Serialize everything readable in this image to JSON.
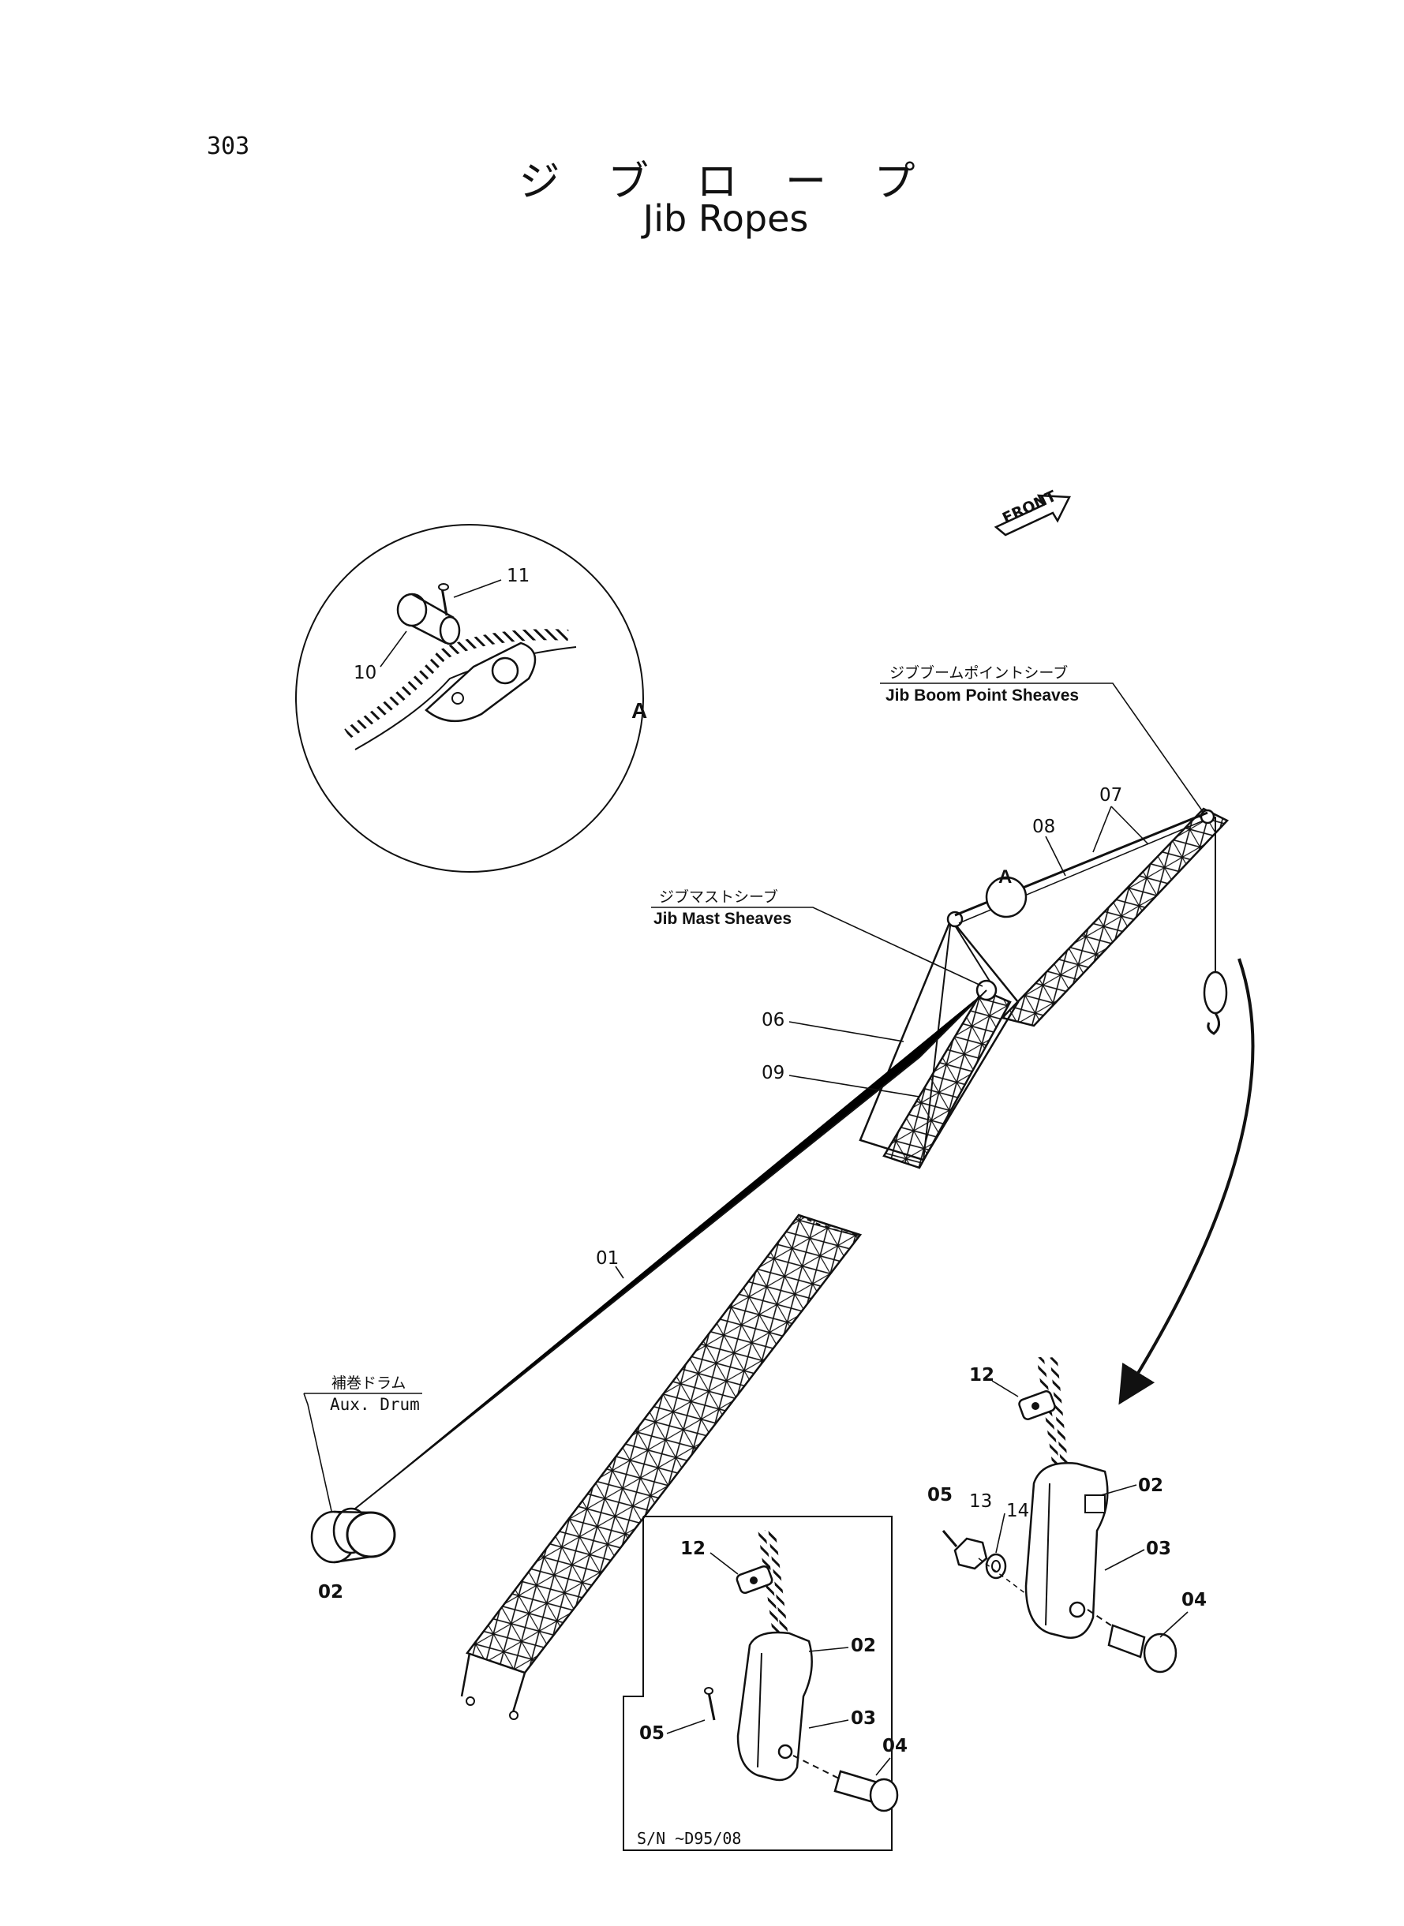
{
  "page_number": "303",
  "title_jp": "ジ ブ ロ ー プ",
  "title_en": "Jib Ropes",
  "front_label": "FRONT",
  "detail_a_label": "A",
  "labels": {
    "jib_boom_point_sheaves_jp": "ジブブームポイントシーブ",
    "jib_boom_point_sheaves_en": "Jib Boom Point Sheaves",
    "jib_mast_sheaves_jp": "ジブマストシーブ",
    "jib_mast_sheaves_en": "Jib Mast Sheaves",
    "aux_drum_jp": "補巻ドラム",
    "aux_drum_en": "Aux. Drum"
  },
  "callouts": {
    "p01": "01",
    "p02_drum": "02",
    "p06": "06",
    "p07": "07",
    "p08": "08",
    "p09": "09",
    "p10": "10",
    "p11": "11",
    "p12_right": "12",
    "p02_right": "02",
    "p03_right": "03",
    "p04_right": "04",
    "p05_right": "05",
    "p13": "13",
    "p14": "14",
    "p12_box": "12",
    "p02_box": "02",
    "p03_box": "03",
    "p04_box": "04",
    "p05_box": "05"
  },
  "serial_note": "S/N  ~D95/08"
}
